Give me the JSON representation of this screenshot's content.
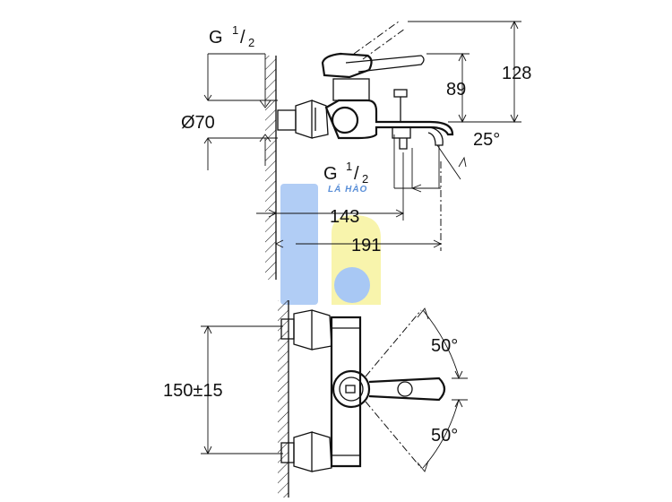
{
  "labels": {
    "g_half_top": "G",
    "g_half_top_num": "1",
    "g_half_top_den": "2",
    "dia70": "Ø70",
    "dim128": "128",
    "dim89": "89",
    "angle25": "25°",
    "g_half_mid": "G",
    "g_half_mid_num": "1",
    "g_half_mid_den": "2",
    "dim143": "143",
    "dim191": "191",
    "dim150": "150±15",
    "angle50_top": "50°",
    "angle50_bottom": "50°",
    "watermark": "LÁ HÀO"
  },
  "colors": {
    "watermark_blue": "#a8c8f4",
    "watermark_yellow": "#f7f3a3",
    "line": "#111111"
  }
}
